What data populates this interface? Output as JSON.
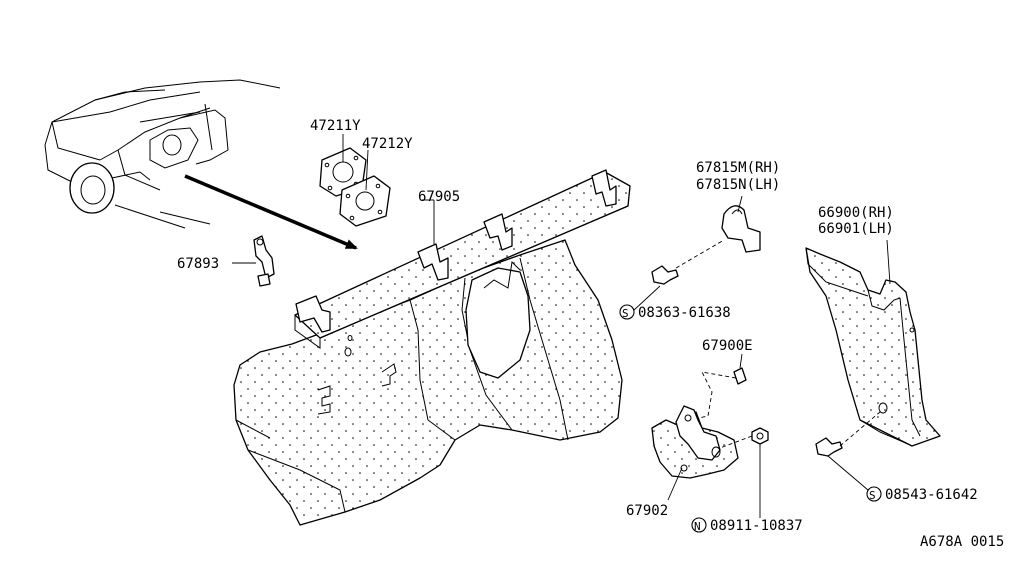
{
  "callouts": {
    "p47211": "47211Y",
    "p47212": "47212Y",
    "p67905": "67905",
    "p67893": "67893",
    "p67815m": "67815M(RH)",
    "p67815n": "67815N(LH)",
    "p66900": "66900(RH)",
    "p66901": "66901(LH)",
    "s08363": "08363-61638",
    "p67900e": "67900E",
    "p67902": "67902",
    "n08911": "08911-10837",
    "s08543": "08543-61642"
  },
  "symbols": {
    "screw": "S",
    "nut": "N"
  },
  "footer": {
    "diagram_code": "A678A 0015"
  }
}
